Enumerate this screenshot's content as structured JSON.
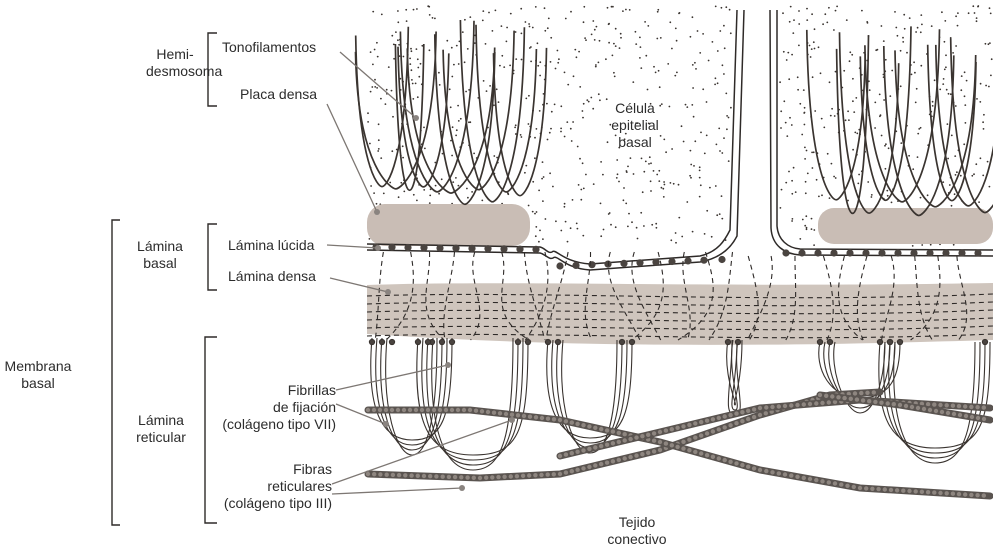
{
  "labels": {
    "hemi_line1": "Hemi-",
    "hemi_line2": "desmosoma",
    "tonofilamentos": "Tonofilamentos",
    "placa_densa": "Placa densa",
    "celula_line1": "Célula",
    "celula_line2": "epitelial",
    "celula_line3": "basal",
    "lamina_basal_line1": "Lámina",
    "lamina_basal_line2": "basal",
    "lamina_lucida": "Lámina lúcida",
    "lamina_densa": "Lámina densa",
    "membrana_line1": "Membrana",
    "membrana_line2": "basal",
    "lamina_reticular_line1": "Lámina",
    "lamina_reticular_line2": "reticular",
    "fibrillas_line1": "Fibrillas",
    "fibrillas_line2": "de fijación",
    "fibrillas_line3": "(colágeno tipo VII)",
    "fibras_line1": "Fibras",
    "fibras_line2": "reticulares",
    "fibras_line3": "(colágeno tipo III)",
    "tejido_line1": "Tejido",
    "tejido_line2": "conectivo"
  },
  "colors": {
    "ink": "#2e2a28",
    "lamina_densa": "#cfc5bd",
    "placa_densa": "#c9bdb5",
    "bead": "#4a4440",
    "leader": "#8a8480"
  }
}
